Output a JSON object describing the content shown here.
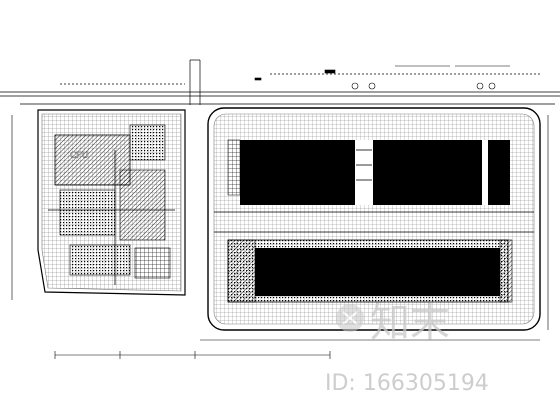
{
  "drawing": {
    "left_block_label": "CPU",
    "line_color": "#000000",
    "background": "#ffffff"
  },
  "watermark": {
    "brand": "知末",
    "id_text": "ID: 166305194",
    "color": "#c8c8c8"
  }
}
